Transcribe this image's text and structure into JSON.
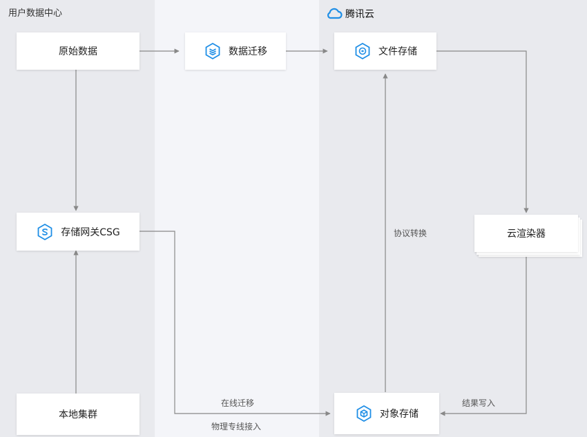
{
  "zones": {
    "left_title": "用户数据中心",
    "right_title": "腾讯云"
  },
  "nodes": {
    "raw_data": "原始数据",
    "data_migration": "数据迁移",
    "file_storage": "文件存储",
    "csg": "存储网关CSG",
    "renderer": "云渲染器",
    "local_cluster": "本地集群",
    "object_storage": "对象存储"
  },
  "edges": {
    "protocol_convert": "协议转换",
    "online_migration": "在线迁移",
    "dedicated_line": "物理专线接入",
    "result_write": "结果写入"
  },
  "colors": {
    "accent": "#1e8ee6",
    "line": "#888888"
  }
}
